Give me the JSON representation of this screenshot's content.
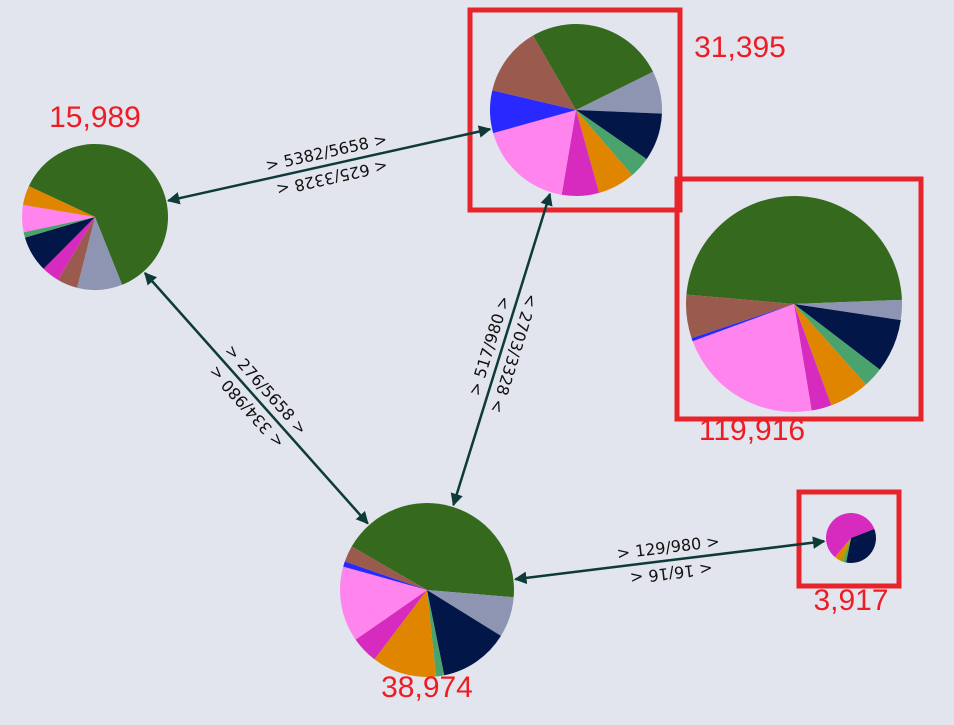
{
  "colors": {
    "background": "#e2e5ee",
    "total_text": "#ee1c24",
    "highlight": "#e8242b",
    "edge": "#0e3a38",
    "edge_label": "#111111"
  },
  "categories": [
    {
      "color": "#356a1e"
    },
    {
      "color": "#8e95b2"
    },
    {
      "color": "#021748"
    },
    {
      "color": "#4aa36d"
    },
    {
      "color": "#e08500"
    },
    {
      "color": "#d72bbf"
    },
    {
      "color": "#ff84ee"
    },
    {
      "color": "#2929ff"
    },
    {
      "color": "#9b5a4e"
    },
    {
      "color": "#b49a00"
    }
  ],
  "nodes": [
    {
      "id": "left",
      "total": "15,989",
      "highlighted": false,
      "slices": [
        {
          "c": 0,
          "f": 0.62
        },
        {
          "c": 1,
          "f": 0.1
        },
        {
          "c": 8,
          "f": 0.045
        },
        {
          "c": 5,
          "f": 0.04
        },
        {
          "c": 2,
          "f": 0.08
        },
        {
          "c": 3,
          "f": 0.012
        },
        {
          "c": 6,
          "f": 0.06
        },
        {
          "c": 4,
          "f": 0.043
        }
      ]
    },
    {
      "id": "top",
      "total": "31,395",
      "highlighted": true,
      "slices": [
        {
          "c": 0,
          "f": 0.26
        },
        {
          "c": 1,
          "f": 0.08
        },
        {
          "c": 2,
          "f": 0.09
        },
        {
          "c": 3,
          "f": 0.04
        },
        {
          "c": 4,
          "f": 0.07
        },
        {
          "c": 5,
          "f": 0.07
        },
        {
          "c": 6,
          "f": 0.18
        },
        {
          "c": 7,
          "f": 0.08
        },
        {
          "c": 8,
          "f": 0.13
        }
      ]
    },
    {
      "id": "right",
      "total": "119,916",
      "highlighted": true,
      "slices": [
        {
          "c": 0,
          "f": 0.48
        },
        {
          "c": 1,
          "f": 0.03
        },
        {
          "c": 2,
          "f": 0.08
        },
        {
          "c": 3,
          "f": 0.03
        },
        {
          "c": 4,
          "f": 0.06
        },
        {
          "c": 5,
          "f": 0.03
        },
        {
          "c": 6,
          "f": 0.22
        },
        {
          "c": 7,
          "f": 0.005
        },
        {
          "c": 8,
          "f": 0.065
        }
      ]
    },
    {
      "id": "bottom",
      "total": "38,974",
      "highlighted": false,
      "slices": [
        {
          "c": 0,
          "f": 0.43
        },
        {
          "c": 1,
          "f": 0.075
        },
        {
          "c": 2,
          "f": 0.13
        },
        {
          "c": 3,
          "f": 0.015
        },
        {
          "c": 4,
          "f": 0.12
        },
        {
          "c": 5,
          "f": 0.05
        },
        {
          "c": 6,
          "f": 0.14
        },
        {
          "c": 7,
          "f": 0.01
        },
        {
          "c": 8,
          "f": 0.03
        }
      ]
    },
    {
      "id": "small",
      "total": "3,917",
      "highlighted": true,
      "slices": [
        {
          "c": 5,
          "f": 0.58
        },
        {
          "c": 2,
          "f": 0.34
        },
        {
          "c": 3,
          "f": 0.02
        },
        {
          "c": 9,
          "f": 0.03
        },
        {
          "c": 4,
          "f": 0.03
        }
      ]
    }
  ],
  "edges": [
    {
      "from": "left",
      "to": "top",
      "forward": "> 5382/5658 >",
      "backward": "< 625/3328 <"
    },
    {
      "from": "left",
      "to": "bottom",
      "forward": "> 276/5658 >",
      "backward": "< 334/980 <"
    },
    {
      "from": "bottom",
      "to": "top",
      "forward": "> 517/980 >",
      "backward": "< 2703/3328 <"
    },
    {
      "from": "bottom",
      "to": "small",
      "forward": "> 129/980 >",
      "backward": "< 16/16 <"
    }
  ]
}
